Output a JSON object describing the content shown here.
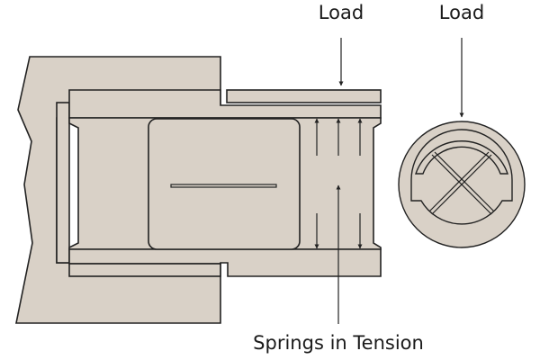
{
  "labels": {
    "load_left": "Load",
    "load_right": "Load",
    "springs": "Springs in Tension"
  },
  "colors": {
    "fill": "#d9d1c7",
    "stroke": "#222222",
    "arrow": "#222222"
  }
}
